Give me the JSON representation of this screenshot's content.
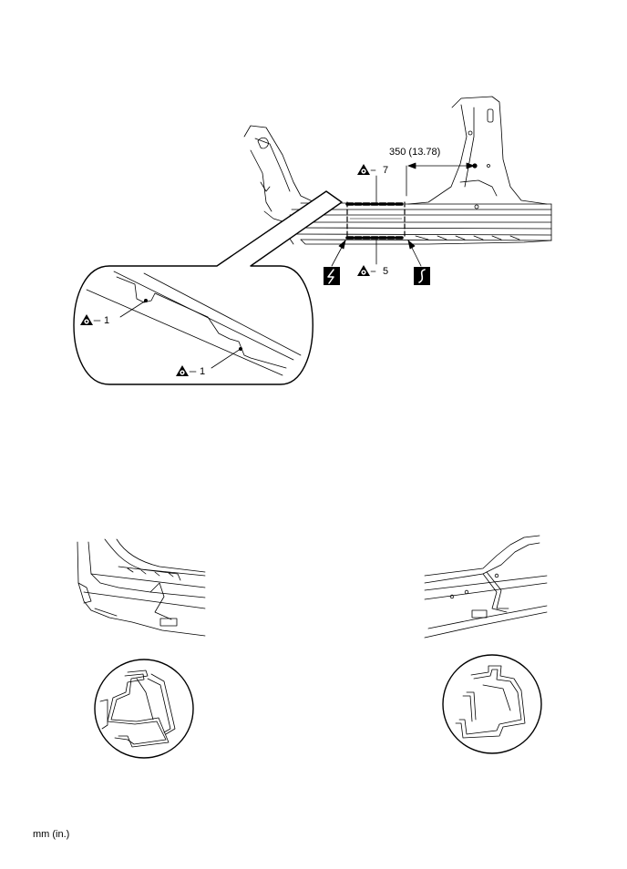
{
  "dimension": {
    "text": "350 (13.78)"
  },
  "callouts": [
    {
      "id": "weld-7",
      "number": "7"
    },
    {
      "id": "weld-5",
      "number": "5"
    },
    {
      "id": "detail-weld-1a",
      "number": "1"
    },
    {
      "id": "detail-weld-1b",
      "number": "1"
    }
  ],
  "symbols": {
    "weld_point": "spot-weld-triangle-icon",
    "cut_left": "lightning-cut-icon",
    "cut_right": "s-curve-cut-icon"
  },
  "footer": {
    "units": "mm (in.)"
  }
}
